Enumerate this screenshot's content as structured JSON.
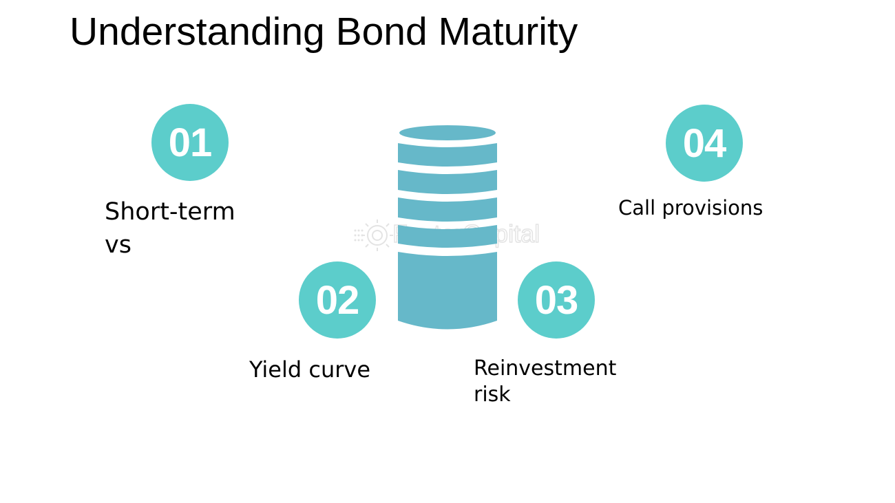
{
  "title": "Understanding Bond Maturity",
  "colors": {
    "badge": "#5ccdcb",
    "icon": "#66b8c9",
    "text": "#000000",
    "background": "#ffffff"
  },
  "items": [
    {
      "number": "01",
      "label": "Short-term\nvs"
    },
    {
      "number": "02",
      "label": "Yield curve"
    },
    {
      "number": "03",
      "label": "Reinvestment\nrisk"
    },
    {
      "number": "04",
      "label": "Call provisions"
    }
  ],
  "center_icon": "database-icon",
  "watermark": {
    "text": "FasterCapital",
    "icon": "gear-logo-icon"
  }
}
